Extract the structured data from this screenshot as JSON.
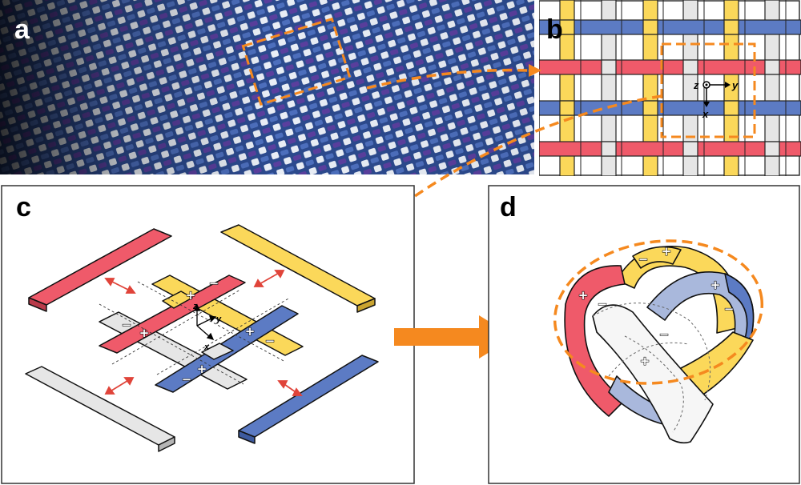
{
  "panels": {
    "a": {
      "label": "a"
    },
    "b": {
      "label": "b",
      "axes": {
        "z": "z",
        "y": "y",
        "x": "x"
      }
    },
    "c": {
      "label": "c",
      "axes": {
        "z": "z",
        "y": "y",
        "x": "x"
      }
    },
    "d": {
      "label": "d"
    }
  },
  "signs": {
    "plus": "+",
    "minus": "−"
  },
  "colors": {
    "red": "#ef5a6a",
    "yellow": "#fbd85a",
    "blue": "#5c7bc4",
    "gray": "#e6e6e6",
    "light_blue": "#a9b8dc",
    "highlight": "#f5891f",
    "arrow_red": "#e0443a",
    "fabric_dark": "#1d2a52",
    "fabric_blue": "#3d5ea8"
  },
  "icons": [
    "zoom-arrow",
    "process-arrow",
    "dimension-arrow"
  ]
}
